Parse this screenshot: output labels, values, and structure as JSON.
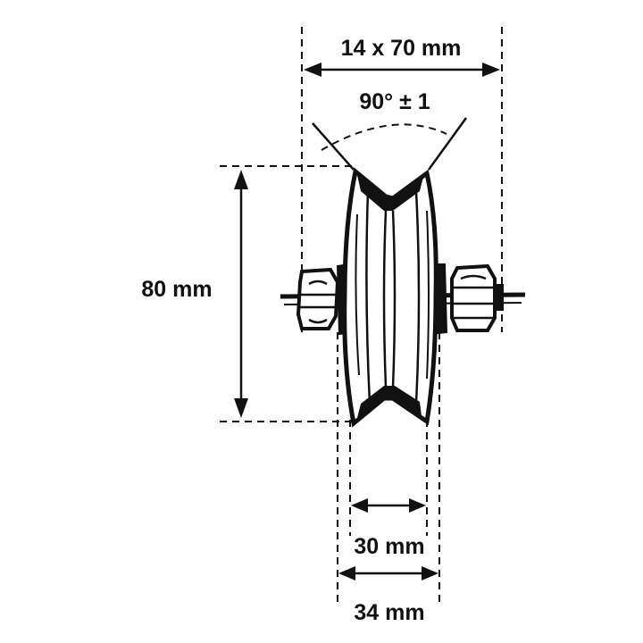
{
  "dimensions": {
    "axle": "14 x 70 mm",
    "angle": "90° ± 1",
    "diameter": "80 mm",
    "inner_width": "30 mm",
    "outer_width": "34 mm"
  },
  "colors": {
    "line": "#111111",
    "background": "#ffffff"
  }
}
